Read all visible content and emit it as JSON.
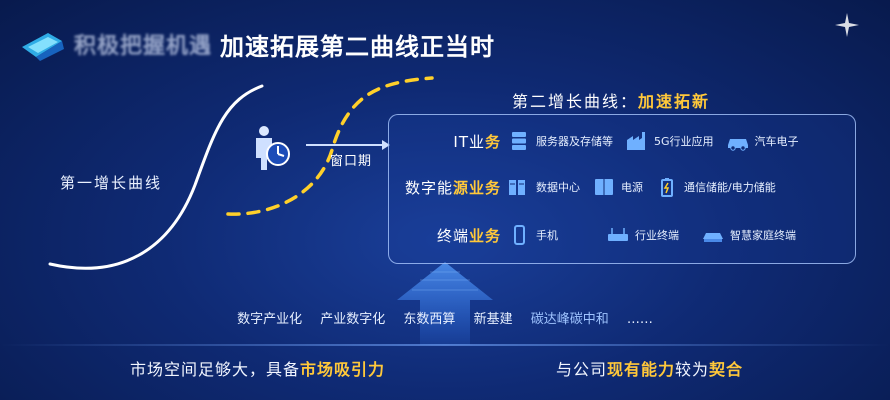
{
  "header": {
    "title_blurred": "积极把握机遇",
    "title": "加速拓展第二曲线正当时"
  },
  "first_curve": {
    "label": "第一增长曲线"
  },
  "window": {
    "label": "窗口期"
  },
  "second_curve": {
    "heading_prefix": "第二增长曲线：",
    "heading_highlight": "加速拓新",
    "rows": [
      {
        "label_white": "IT业",
        "label_yellow": "务",
        "items": [
          {
            "icon": "server-icon",
            "label": "服务器及存储等"
          },
          {
            "icon": "5g-factory-icon",
            "label": "5G行业应用"
          },
          {
            "icon": "car-icon",
            "label": "汽车电子"
          }
        ]
      },
      {
        "label_white": "数字能",
        "label_yellow": "源业务",
        "items": [
          {
            "icon": "datacenter-icon",
            "label": "数据中心"
          },
          {
            "icon": "power-supply-icon",
            "label": "电源"
          },
          {
            "icon": "battery-icon",
            "label": "通信储能/电力储能"
          }
        ]
      },
      {
        "label_white": "终端",
        "label_yellow": "业务",
        "items": [
          {
            "icon": "phone-icon",
            "label": "手机"
          },
          {
            "icon": "router-icon",
            "label": "行业终端"
          },
          {
            "icon": "home-terminal-icon",
            "label": "智慧家庭终端"
          }
        ]
      }
    ]
  },
  "trends": [
    {
      "label": "数字产业化",
      "style": "white"
    },
    {
      "label": "产业数字化",
      "style": "white"
    },
    {
      "label": "东数西算",
      "style": "white"
    },
    {
      "label": "新基建",
      "style": "white"
    },
    {
      "label": "碳达峰碳中和",
      "style": "blue"
    },
    {
      "label": "……",
      "style": "white"
    }
  ],
  "bottom": {
    "left_prefix": "市场空间足够大，具备",
    "left_highlight": "市场吸引力",
    "right_prefix": "与公司",
    "right_highlight": "现有能力",
    "right_mid": "较为",
    "right_highlight2": "契合"
  },
  "colors": {
    "highlight": "#ffc83a",
    "background": "#0f2a74",
    "accent_blue": "#9fc4ff"
  }
}
